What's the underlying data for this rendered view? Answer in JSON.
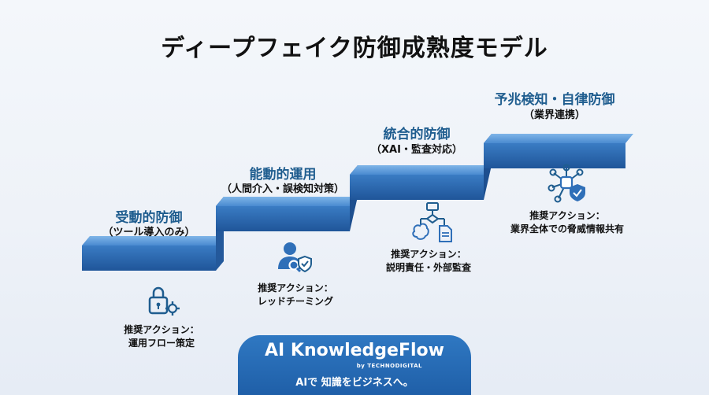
{
  "title": "ディープフェイク防御成熟度モデル",
  "stages": [
    {
      "title": "受動的防御",
      "subtitle": "（ツール導入のみ）",
      "action_label": "推奨アクション：",
      "action": "運用フロー策定",
      "icon": "lock-gear-icon"
    },
    {
      "title": "能動的運用",
      "subtitle": "（人間介入・誤検知対策）",
      "action_label": "推奨アクション：",
      "action": "レッドチーミング",
      "icon": "person-shield-icon"
    },
    {
      "title": "統合的防御",
      "subtitle": "（XAI・監査対応）",
      "action_label": "推奨アクション：",
      "action": "説明責任・外部監査",
      "icon": "brain-flow-document-icon"
    },
    {
      "title": "予兆検知・自律防御",
      "subtitle": "（業界連携）",
      "action_label": "推奨アクション：",
      "action": "業界全体での脅威情報共有",
      "icon": "network-shield-icon"
    }
  ],
  "footer": {
    "brand_ai": "AI",
    "brand_name": "KnowledgeFlow",
    "by": "by TECHNODIGITAL",
    "tagline": "AIで 知識をビジネスへ。"
  },
  "colors": {
    "stair_top": "#5b9bdb",
    "stair_front": "#2f6fb8",
    "stair_dark": "#1d4f8f",
    "accent": "#1f5d8f"
  }
}
